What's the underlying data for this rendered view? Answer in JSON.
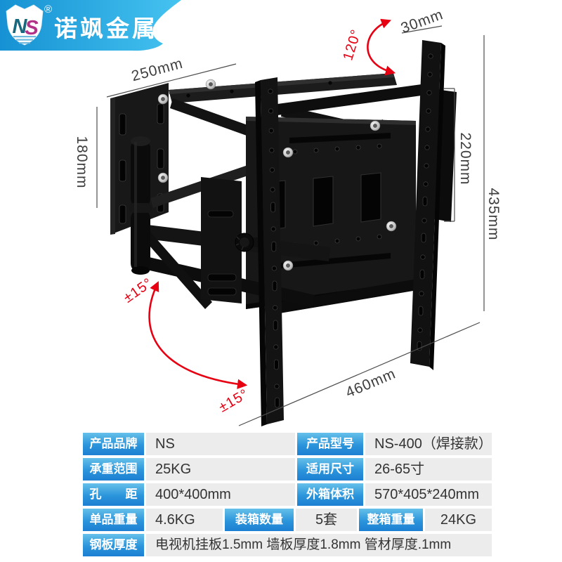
{
  "brand": {
    "logo_n": "N",
    "logo_s": "S",
    "registered": "®",
    "name": "诺飒金属"
  },
  "annotations": {
    "top_width": "250mm",
    "top_depth": "30mm",
    "swivel_angle": "120°",
    "wall_plate_height": "180mm",
    "bracket_height": "220mm",
    "rail_height": "435mm",
    "tilt_upper": "±15°",
    "tilt_lower": "±15°",
    "bottom_width": "460mm"
  },
  "spec_table": {
    "rows": [
      {
        "cells": [
          {
            "kind": "header",
            "text": "产品品牌"
          },
          {
            "kind": "value",
            "text": "NS"
          },
          {
            "kind": "header",
            "text": "产品型号"
          },
          {
            "kind": "value",
            "text": "NS-400（焊接款）"
          }
        ]
      },
      {
        "cells": [
          {
            "kind": "header",
            "text": "承重范围"
          },
          {
            "kind": "value",
            "text": "25KG"
          },
          {
            "kind": "header",
            "text": "适用尺寸"
          },
          {
            "kind": "value",
            "text": "26-65寸"
          }
        ]
      },
      {
        "cells": [
          {
            "kind": "header",
            "text": "孔　　距"
          },
          {
            "kind": "value",
            "text": "400*400mm"
          },
          {
            "kind": "header",
            "text": "外箱体积"
          },
          {
            "kind": "value",
            "text": "570*405*240mm"
          }
        ]
      },
      {
        "cells": [
          {
            "kind": "header",
            "text": "单品重量"
          },
          {
            "kind": "value",
            "text": "4.6KG"
          },
          {
            "kind": "header",
            "text": "装箱数量"
          },
          {
            "kind": "value",
            "text": "5套"
          },
          {
            "kind": "header",
            "text": "整箱重量"
          },
          {
            "kind": "value",
            "text": "24KG"
          }
        ]
      },
      {
        "cells": [
          {
            "kind": "header",
            "text": "钢板厚度"
          },
          {
            "kind": "value",
            "text": "电视机挂板1.5mm 墙板厚度1.8mm 管材厚度.1mm"
          }
        ]
      }
    ]
  },
  "colors": {
    "banner_start": "#1691d3",
    "banner_end": "#45c3f0",
    "header_top": "#66c0ea",
    "header_bottom": "#1d7fd2",
    "value_bg": "#ececec",
    "accent_red": "#e60012",
    "metal_black": "#161616",
    "logo_n_color": "#17677e",
    "logo_s_color": "#b13287"
  }
}
